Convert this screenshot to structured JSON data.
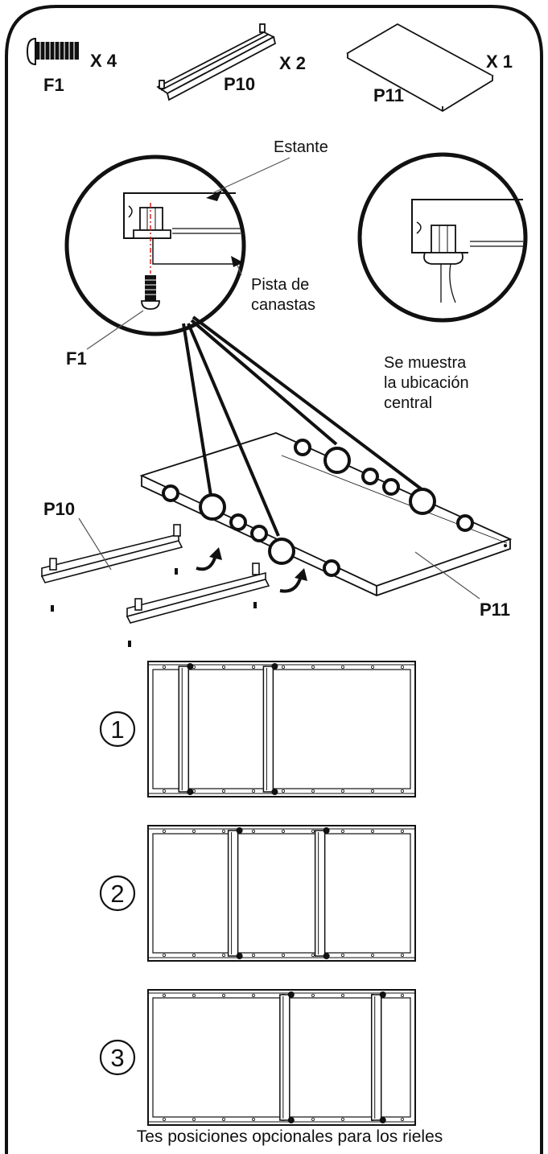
{
  "parts": [
    {
      "id": "F1",
      "label": "F1",
      "qty": "X 4",
      "icon": "screw-icon"
    },
    {
      "id": "P10",
      "label": "P10",
      "qty": "X 2",
      "icon": "rail-icon"
    },
    {
      "id": "P11",
      "label": "P11",
      "qty": "X 1",
      "icon": "shelf-panel-icon"
    }
  ],
  "detail": {
    "shelf_label": "Estante",
    "track_label_line1": "Pista de",
    "track_label_line2": "canastas",
    "screw_label": "F1",
    "central_line1": "Se muestra",
    "central_line2": "la ubicación",
    "central_line3": "central"
  },
  "assembly": {
    "rail_label": "P10",
    "panel_label": "P11"
  },
  "positions": [
    {
      "number": "1",
      "rail_positions": [
        0.09,
        0.45
      ]
    },
    {
      "number": "2",
      "rail_positions": [
        0.3,
        0.67
      ]
    },
    {
      "number": "3",
      "rail_positions": [
        0.52,
        0.91
      ]
    }
  ],
  "caption": "Tes posiciones opcionales para los rieles"
}
